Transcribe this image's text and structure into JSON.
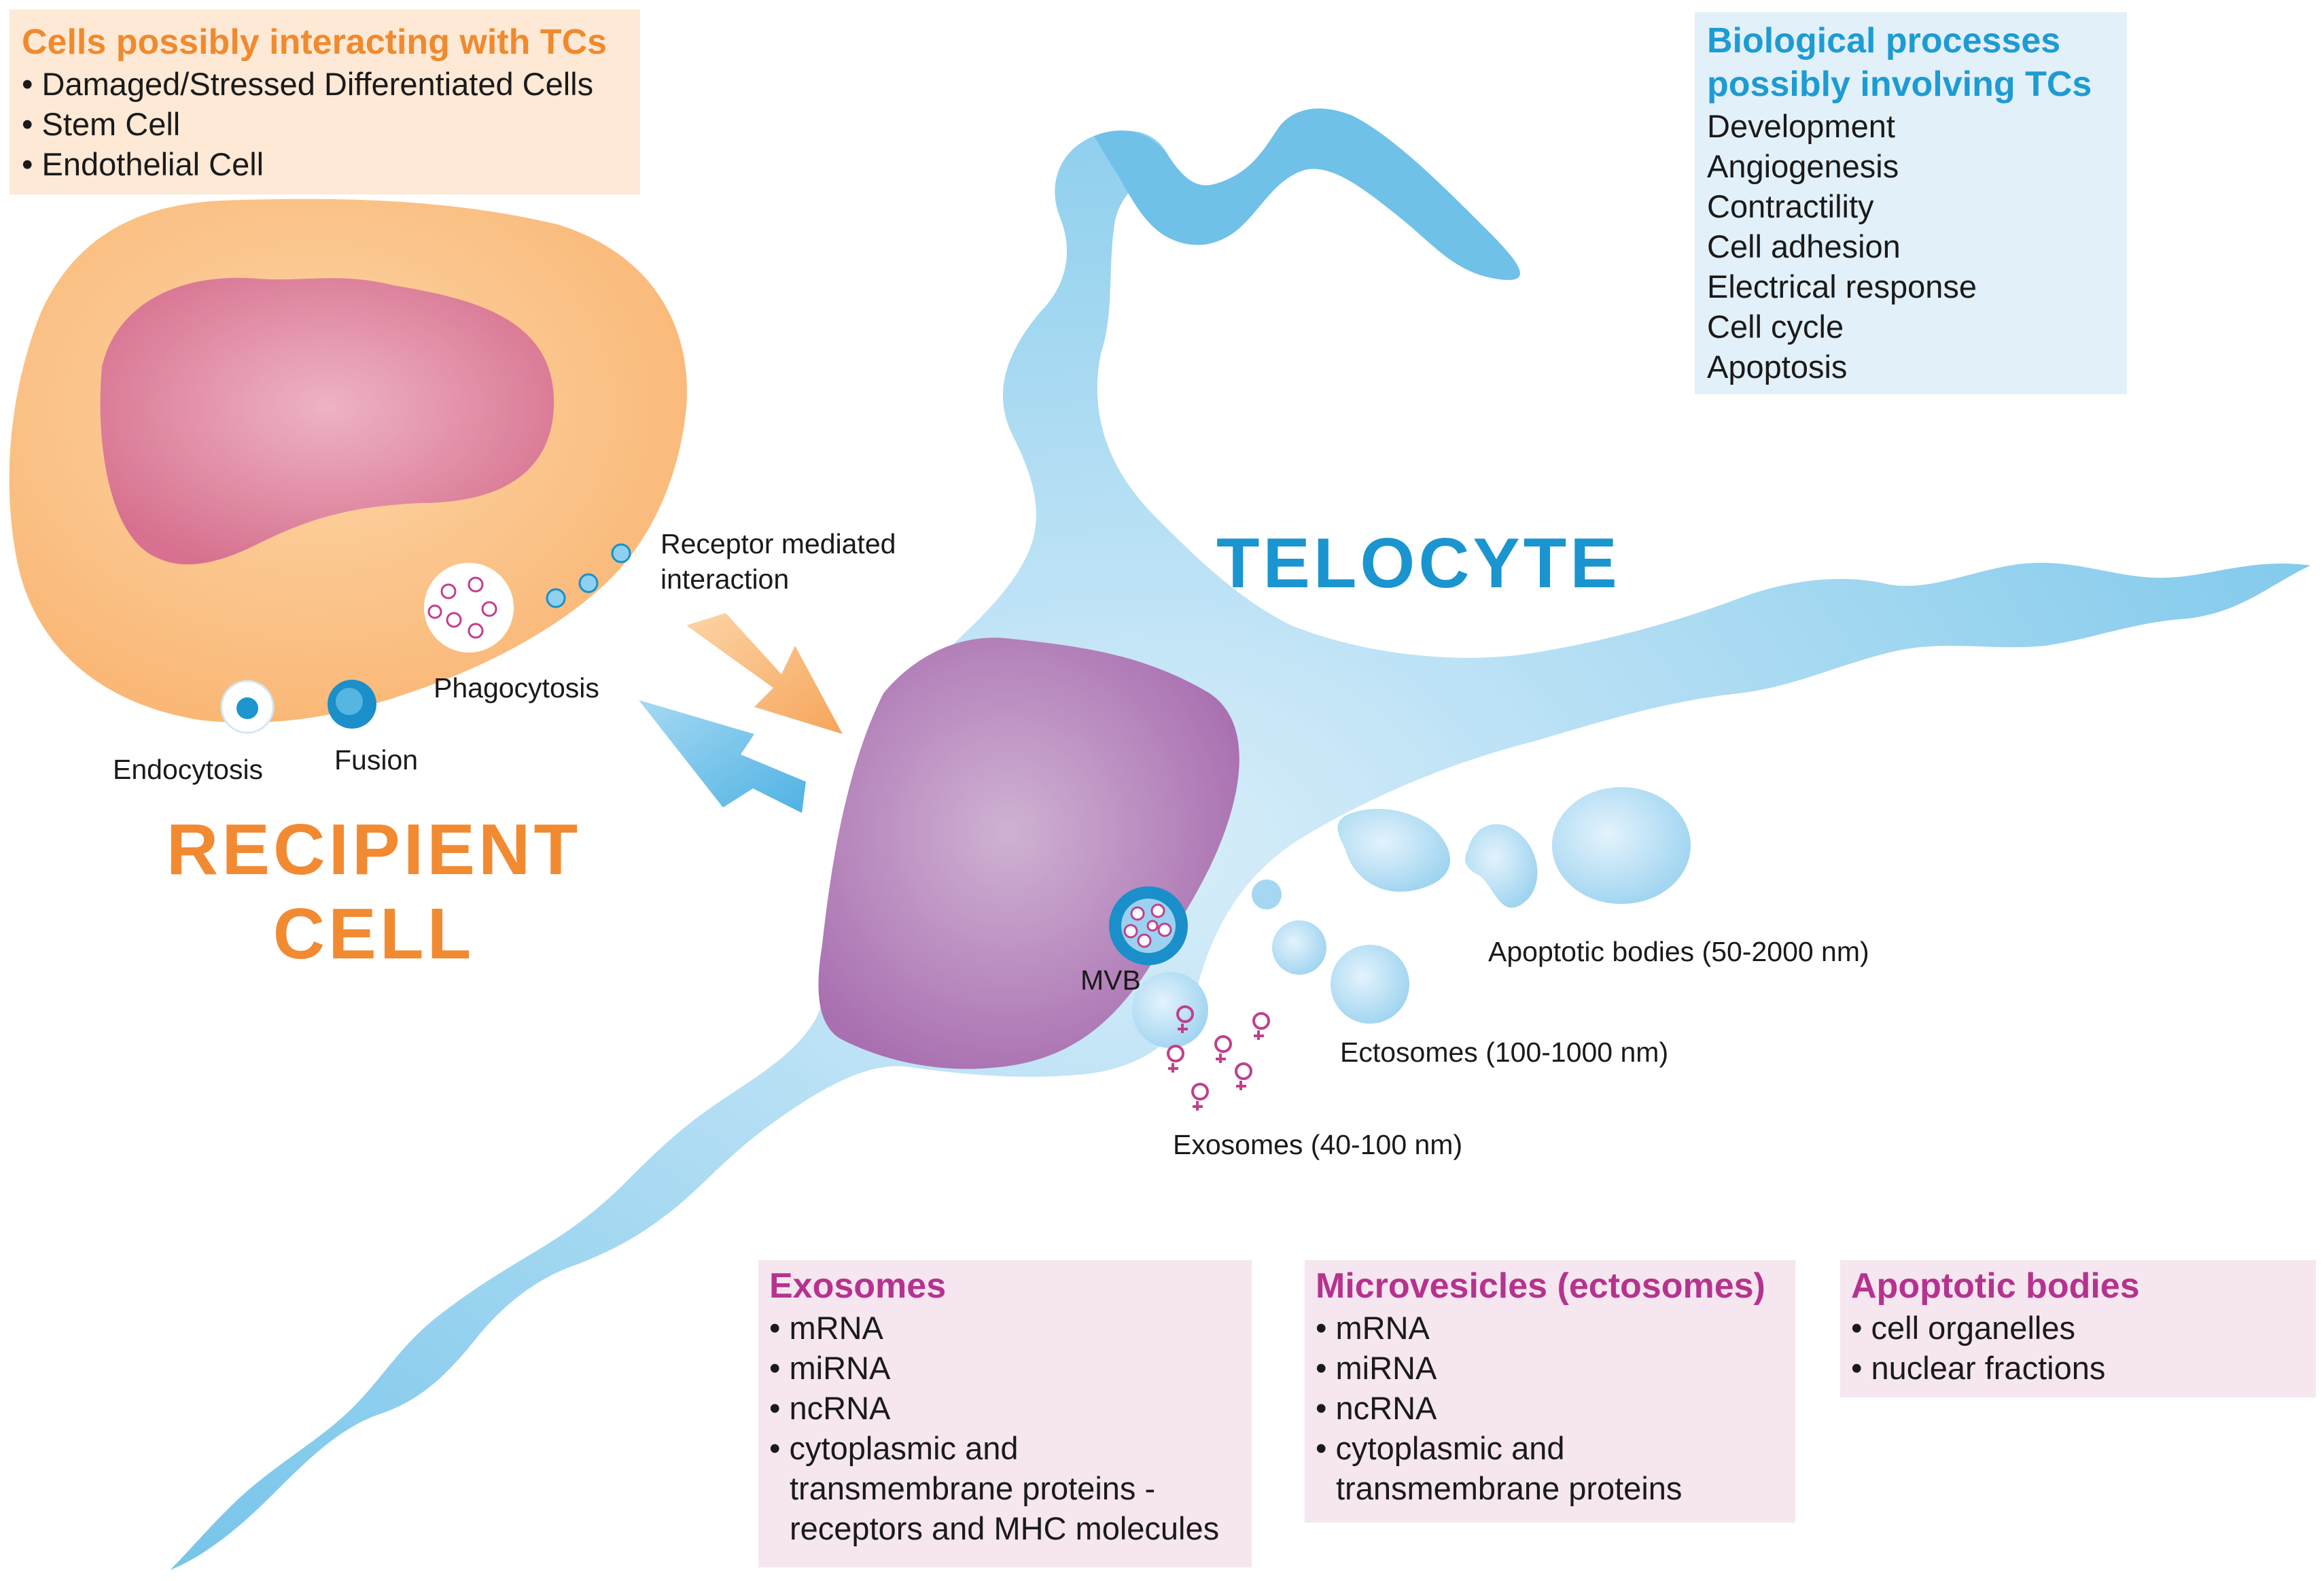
{
  "cells_box": {
    "title": "Cells possibly interacting with TCs",
    "items": [
      "Damaged/Stressed Differentiated Cells",
      "Stem Cell",
      "Endothelial Cell"
    ]
  },
  "bio_box": {
    "title_line1": "Biological processes",
    "title_line2": "possibly involving TCs",
    "items": [
      "Development",
      "Angiogenesis",
      "Contractility",
      "Cell adhesion",
      "Electrical response",
      "Cell cycle",
      "Apoptosis"
    ]
  },
  "labels": {
    "receptor_line1": "Receptor mediated",
    "receptor_line2": "interaction",
    "phagocytosis": "Phagocytosis",
    "endocytosis": "Endocytosis",
    "fusion": "Fusion",
    "mvb": "MVB",
    "apoptotic_bodies": "Apoptotic bodies (50-2000 nm)",
    "ectosomes": "Ectosomes (100-1000 nm)",
    "exosomes": "Exosomes (40-100 nm)"
  },
  "titles": {
    "telocyte": "TELOCYTE",
    "recipient_line1": "RECIPIENT",
    "recipient_line2": "CELL"
  },
  "exosomes_box": {
    "title": "Exosomes",
    "items": [
      "mRNA",
      "miRNA",
      "ncRNA",
      "cytoplasmic and transmembrane proteins - receptors and MHC molecules"
    ]
  },
  "microvesicles_box": {
    "title": "Microvesicles (ectosomes)",
    "items": [
      "mRNA",
      "miRNA",
      "ncRNA",
      "cytoplasmic and transmembrane proteins"
    ]
  },
  "apoptotic_box": {
    "title": "Apoptotic bodies",
    "items": [
      "cell organelles",
      "nuclear fractions"
    ]
  },
  "colors": {
    "telocyte_blue": "#5dbbe5",
    "telocyte_light": "#a9d8f1",
    "recipient_orange": "#f9b977",
    "nucleus_pink": "#d9789c",
    "nucleus_purple": "#b27ab4",
    "title_orange": "#f08a2e",
    "title_blue": "#1d9bd3",
    "title_magenta": "#b5338f"
  }
}
